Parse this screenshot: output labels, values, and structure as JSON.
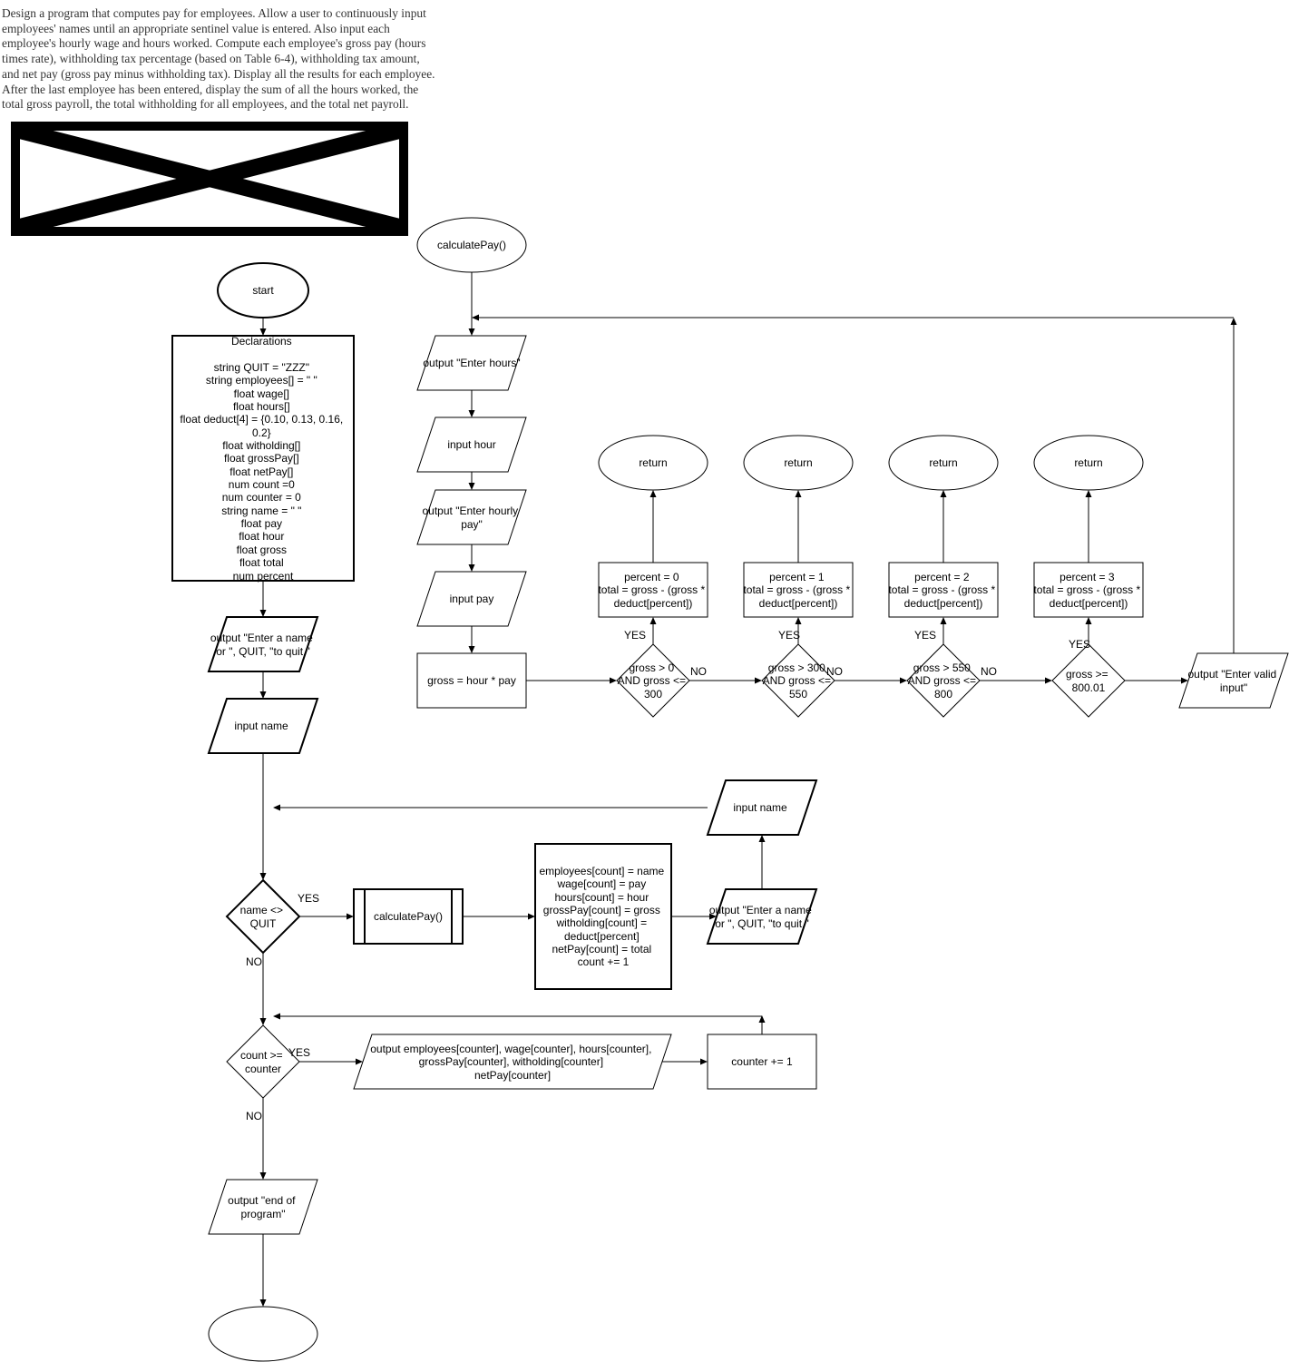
{
  "description_lines": [
    "Design a program that computes pay for employees. Allow a user to continuously input",
    "employees' names until an appropriate sentinel value is entered. Also input each",
    "employee's hourly wage and hours worked. Compute each employee's gross pay (hours",
    "times rate), withholding tax percentage (based on Table 6-4), withholding tax amount,",
    "and net pay (gross pay minus withholding tax). Display all the results for each employee.",
    "After the last employee has been entered, display the sum of all the hours worked, the",
    "total gross payroll, the total withholding for all employees, and the total net payroll."
  ],
  "main_flow": {
    "start": "start",
    "declarations": [
      "Declarations",
      "",
      "string QUIT = \"ZZZ\"",
      "string employees[] = \" \"",
      "float wage[]",
      "float hours[]",
      "float deduct[4] = {0.10, 0.13, 0.16,",
      "0.2}",
      "float witholding[]",
      "float grossPay[]",
      "float netPay[]",
      "num count =0",
      "num counter = 0",
      "string name = \" \"",
      "float pay",
      "float hour",
      "float gross",
      "float total",
      "num percent"
    ],
    "prompt_name": [
      "output \"Enter a name",
      "or \", QUIT, \"to quit.\""
    ],
    "input_name": "input name",
    "decision_quit": [
      "name <>",
      "QUIT"
    ],
    "call_calculate": "calculatePay()",
    "store_block": [
      "employees[count] = name",
      "wage[count] = pay",
      "hours[count] = hour",
      "grossPay[count] = gross",
      "witholding[count] =",
      "deduct[percent]",
      "netPay[count] = total",
      "count += 1"
    ],
    "prompt_name_loop": [
      "output \"Enter a name",
      "or \", QUIT, \"to quit.\""
    ],
    "input_name_loop": "input name",
    "decision_counter": [
      "count >=",
      "counter"
    ],
    "output_record": [
      "output employees[counter], wage[counter], hours[counter],",
      "grossPay[counter], witholding[counter]",
      "netPay[counter]"
    ],
    "increment": "counter += 1",
    "output_end": [
      "output \"end of",
      "program\""
    ],
    "end": ""
  },
  "sub_flow": {
    "title": "calculatePay()",
    "enter_hours": "output \"Enter hours\"",
    "input_hour": "input hour",
    "enter_pay": [
      "output \"Enter hourly",
      "pay\""
    ],
    "input_pay": "input pay",
    "gross_calc": "gross = hour * pay",
    "conditions": [
      [
        "gross > 0",
        "AND gross <=",
        "300"
      ],
      [
        "gross > 300",
        "AND gross <=",
        "550"
      ],
      [
        "gross > 550",
        "AND gross <=",
        "800"
      ],
      [
        "gross >=",
        "800.01"
      ]
    ],
    "actions": [
      [
        "percent = 0",
        "total = gross - (gross *",
        "deduct[percent])"
      ],
      [
        "percent = 1",
        "total = gross - (gross *",
        "deduct[percent])"
      ],
      [
        "percent = 2",
        "total = gross - (gross *",
        "deduct[percent])"
      ],
      [
        "percent = 3",
        "total = gross - (gross *",
        "deduct[percent])"
      ]
    ],
    "return_label": "return",
    "invalid_output": [
      "output \"Enter valid",
      "input\""
    ]
  },
  "labels": {
    "yes": "YES",
    "no": "NO"
  }
}
